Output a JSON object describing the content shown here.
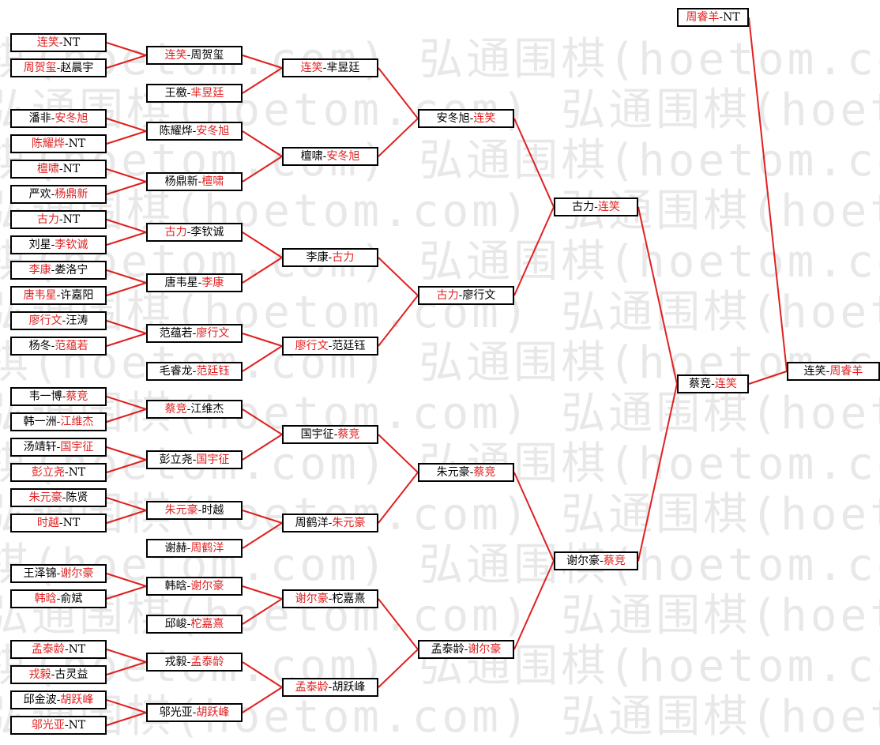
{
  "watermark": "弘通围棋(hoetom.com)",
  "colors": {
    "winner": "#e02020",
    "line": "#e02020",
    "border": "#000000",
    "text": "#000000",
    "watermark": "#e8e8e8"
  },
  "matches": [
    {
      "id": "r1_1",
      "a": "连笑",
      "b": "NT",
      "winner": "a"
    },
    {
      "id": "r1_2",
      "a": "周贺玺",
      "b": "赵晨宇",
      "winner": "a"
    },
    {
      "id": "r1_3",
      "a": "潘非",
      "b": "安冬旭",
      "winner": "b"
    },
    {
      "id": "r1_4",
      "a": "陈耀烨",
      "b": "NT",
      "winner": "a"
    },
    {
      "id": "r1_5",
      "a": "檀啸",
      "b": "NT",
      "winner": "a"
    },
    {
      "id": "r1_6",
      "a": "严欢",
      "b": "杨鼎新",
      "winner": "b"
    },
    {
      "id": "r1_7",
      "a": "古力",
      "b": "NT",
      "winner": "a"
    },
    {
      "id": "r1_8",
      "a": "刘星",
      "b": "李钦诚",
      "winner": "b"
    },
    {
      "id": "r1_9",
      "a": "李康",
      "b": "娄洛宁",
      "winner": "a"
    },
    {
      "id": "r1_10",
      "a": "唐韦星",
      "b": "许嘉阳",
      "winner": "a"
    },
    {
      "id": "r1_11",
      "a": "廖行文",
      "b": "汪涛",
      "winner": "a"
    },
    {
      "id": "r1_12",
      "a": "杨冬",
      "b": "范蕴若",
      "winner": "b"
    },
    {
      "id": "r1_13",
      "a": "韦一博",
      "b": "蔡竞",
      "winner": "b"
    },
    {
      "id": "r1_14",
      "a": "韩一洲",
      "b": "江维杰",
      "winner": "b"
    },
    {
      "id": "r1_15",
      "a": "汤靖轩",
      "b": "国宇征",
      "winner": "b"
    },
    {
      "id": "r1_16",
      "a": "彭立尧",
      "b": "NT",
      "winner": "a"
    },
    {
      "id": "r1_17",
      "a": "朱元豪",
      "b": "陈贤",
      "winner": "a"
    },
    {
      "id": "r1_18",
      "a": "时越",
      "b": "NT",
      "winner": "a"
    },
    {
      "id": "r1_19",
      "a": "王泽锦",
      "b": "谢尔豪",
      "winner": "b"
    },
    {
      "id": "r1_20",
      "a": "韩晗",
      "b": "俞斌",
      "winner": "a"
    },
    {
      "id": "r1_21",
      "a": "孟泰龄",
      "b": "NT",
      "winner": "a"
    },
    {
      "id": "r1_22",
      "a": "戎毅",
      "b": "古灵益",
      "winner": "a"
    },
    {
      "id": "r1_23",
      "a": "邱金波",
      "b": "胡跃峰",
      "winner": "b"
    },
    {
      "id": "r1_24",
      "a": "邬光亚",
      "b": "NT",
      "winner": "a"
    },
    {
      "id": "r2_1",
      "a": "连笑",
      "b": "周贺玺",
      "winner": "a"
    },
    {
      "id": "r2_2",
      "a": "王檄",
      "b": "芈昱廷",
      "winner": "b"
    },
    {
      "id": "r2_3",
      "a": "陈耀烨",
      "b": "安冬旭",
      "winner": "b"
    },
    {
      "id": "r2_4",
      "a": "杨鼎新",
      "b": "檀啸",
      "winner": "b"
    },
    {
      "id": "r2_5",
      "a": "古力",
      "b": "李钦诚",
      "winner": "a"
    },
    {
      "id": "r2_6",
      "a": "唐韦星",
      "b": "李康",
      "winner": "b"
    },
    {
      "id": "r2_7",
      "a": "范蕴若",
      "b": "廖行文",
      "winner": "b"
    },
    {
      "id": "r2_8",
      "a": "毛睿龙",
      "b": "范廷钰",
      "winner": "b"
    },
    {
      "id": "r2_9",
      "a": "蔡竞",
      "b": "江维杰",
      "winner": "a"
    },
    {
      "id": "r2_10",
      "a": "彭立尧",
      "b": "国宇征",
      "winner": "b"
    },
    {
      "id": "r2_11",
      "a": "朱元豪",
      "b": "时越",
      "winner": "a"
    },
    {
      "id": "r2_12",
      "a": "谢赫",
      "b": "周鹤洋",
      "winner": "b"
    },
    {
      "id": "r2_13",
      "a": "韩晗",
      "b": "谢尔豪",
      "winner": "b"
    },
    {
      "id": "r2_14",
      "a": "邱峻",
      "b": "柁嘉熹",
      "winner": "b"
    },
    {
      "id": "r2_15",
      "a": "戎毅",
      "b": "孟泰龄",
      "winner": "b"
    },
    {
      "id": "r2_16",
      "a": "邬光亚",
      "b": "胡跃峰",
      "winner": "b"
    },
    {
      "id": "r3_1",
      "a": "连笑",
      "b": "芈昱廷",
      "winner": "a"
    },
    {
      "id": "r3_2",
      "a": "檀啸",
      "b": "安冬旭",
      "winner": "b"
    },
    {
      "id": "r3_3",
      "a": "李康",
      "b": "古力",
      "winner": "b"
    },
    {
      "id": "r3_4",
      "a": "廖行文",
      "b": "范廷钰",
      "winner": "a"
    },
    {
      "id": "r3_5",
      "a": "国宇征",
      "b": "蔡竞",
      "winner": "b"
    },
    {
      "id": "r3_6",
      "a": "周鹤洋",
      "b": "朱元豪",
      "winner": "b"
    },
    {
      "id": "r3_7",
      "a": "谢尔豪",
      "b": "柁嘉熹",
      "winner": "a"
    },
    {
      "id": "r3_8",
      "a": "孟泰龄",
      "b": "胡跃峰",
      "winner": "a"
    },
    {
      "id": "r4_1",
      "a": "安冬旭",
      "b": "连笑",
      "winner": "b"
    },
    {
      "id": "r4_2",
      "a": "古力",
      "b": "廖行文",
      "winner": "a"
    },
    {
      "id": "r4_3",
      "a": "朱元豪",
      "b": "蔡竞",
      "winner": "b"
    },
    {
      "id": "r4_4",
      "a": "孟泰龄",
      "b": "谢尔豪",
      "winner": "b"
    },
    {
      "id": "r5_1",
      "a": "古力",
      "b": "连笑",
      "winner": "b"
    },
    {
      "id": "r5_2",
      "a": "谢尔豪",
      "b": "蔡竞",
      "winner": "b"
    },
    {
      "id": "r6_1",
      "a": "蔡竞",
      "b": "连笑",
      "winner": "b"
    },
    {
      "id": "bye_1",
      "a": "周睿羊",
      "b": "NT",
      "winner": "a"
    },
    {
      "id": "final",
      "a": "连笑",
      "b": "周睿羊",
      "winner": "b"
    }
  ]
}
